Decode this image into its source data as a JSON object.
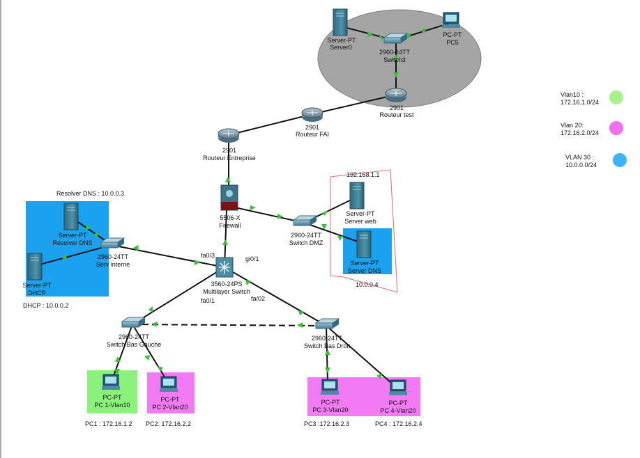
{
  "colors": {
    "vlan10": "#a6f28c",
    "vlan20": "#f06ef0",
    "vlan30": "#3fb4f5",
    "blue_zone": "#1aa2f0",
    "green_zone": "#8af27a",
    "pink_zone": "#f27af2",
    "gray_zone": "#a5a5a5",
    "link": "#111111",
    "link_ok": "#3bbf3b",
    "dmz_border": "#e06a6a"
  },
  "devices": {
    "server0": {
      "type": "Server-PT",
      "name": "Server0"
    },
    "pc5": {
      "type": "PC-PT",
      "name": "PC5"
    },
    "switch3": {
      "model": "2960-24TT",
      "name": "Switch3"
    },
    "routeur_test": {
      "model": "2901",
      "name": "Routeur test"
    },
    "routeur_fai": {
      "model": "2901",
      "name": "Routeur FAI"
    },
    "routeur_entreprise": {
      "model": "2901",
      "name": "Routeur Entreprise"
    },
    "firewall": {
      "model": "5506-X",
      "name": "Firewall"
    },
    "server_web": {
      "type": "Server-PT",
      "name": "Server web"
    },
    "server_dns": {
      "type": "Server-PT",
      "name": "Server DNS"
    },
    "switch_dmz": {
      "model": "2960-24TT",
      "name": "Switch DMZ"
    },
    "resolver_dns": {
      "type": "Server-PT",
      "name": "Resolver DNS"
    },
    "dhcp": {
      "type": "Server-PT",
      "name": "DHCP"
    },
    "serv_interne": {
      "model": "2960-24TT",
      "name": "Serv interne"
    },
    "multilayer": {
      "model": "3560-24PS",
      "name": "Multilayer Switch"
    },
    "switch_bas_gauche": {
      "model": "2960-24TT",
      "name": "Switch Bas Gauche"
    },
    "switch_bas_droit": {
      "model": "2960-24TT",
      "name": "Switch Bas Droit"
    },
    "pc1": {
      "type": "PC-PT",
      "name": "PC 1-Vlan10"
    },
    "pc2": {
      "type": "PC-PT",
      "name": "PC 2-Vlan20"
    },
    "pc3": {
      "type": "PC-PT",
      "name": "PC 3-Vlan20"
    },
    "pc4": {
      "type": "PC-PT",
      "name": "PC 4-Vlan20"
    }
  },
  "ports": {
    "fa03": "fa0/3",
    "gi01": "gi0/1",
    "fa01": "fa0/1",
    "fa02": "fa/02"
  },
  "annotations": {
    "resolver_ip": "Resolver DNS : 10.0.0.3",
    "dhcp_ip": "DHCP : 10.0.0.2",
    "dmz_web_ip": "192.168.1.1",
    "dmz_dns_ip": "10.0.0.4",
    "pc1_ip": "PC1 : 172.16.1.2",
    "pc2_ip": "PC2: 172.16.2.2",
    "pc3_ip": "PC3 :172.16.2.3",
    "pc4_ip": "PC4 : 172.16.2.4"
  },
  "legend": {
    "vlan10_l1": "Vlan10 :",
    "vlan10_l2": "172.16.1.0/24",
    "vlan20_l1": "Vlan 20:",
    "vlan20_l2": "172.16.2.0/24",
    "vlan30_l1": "VLAN 30 :",
    "vlan30_l2": "10.0.0.0/24"
  }
}
